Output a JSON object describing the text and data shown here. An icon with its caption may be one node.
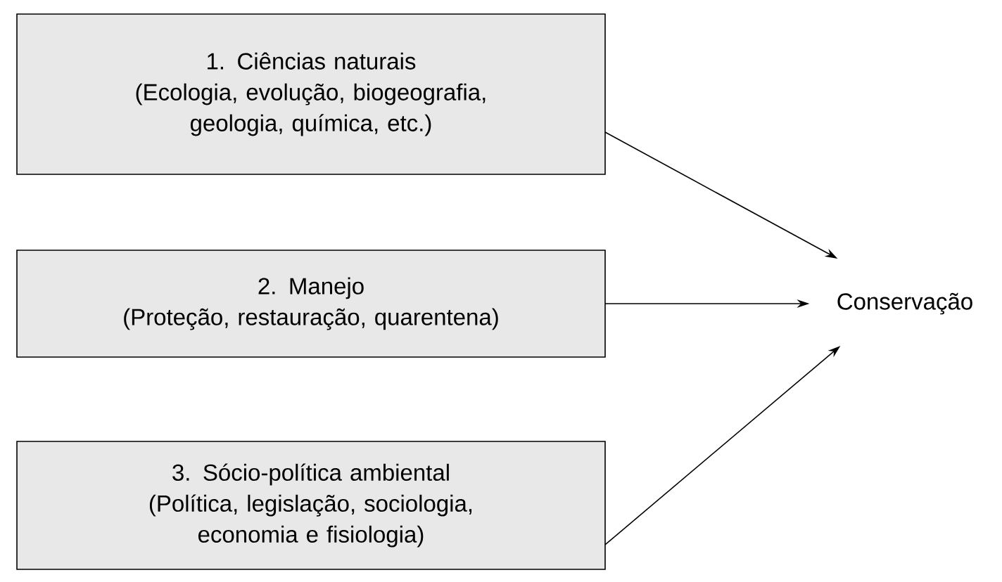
{
  "diagram": {
    "nodes": [
      {
        "text": [
          "1. Ciências naturais",
          "(Ecologia, evolução, biogeografia, geologia, química, etc.)"
        ]
      },
      {
        "text": [
          "2. Manejo",
          "(Proteção, restauração, quarentena)"
        ]
      },
      {
        "text": [
          "3. Sócio-política ambiental",
          "(Política, legislação, sociologia, economia e fisiologia)"
        ]
      },
      {
        "text": [
          "Conservação"
        ]
      }
    ],
    "edges": [
      {
        "from": 0,
        "to": 3,
        "arrow": "to"
      },
      {
        "from": 1,
        "to": 3,
        "arrow": "to"
      },
      {
        "from": 2,
        "to": 3,
        "arrow": "to"
      }
    ]
  }
}
